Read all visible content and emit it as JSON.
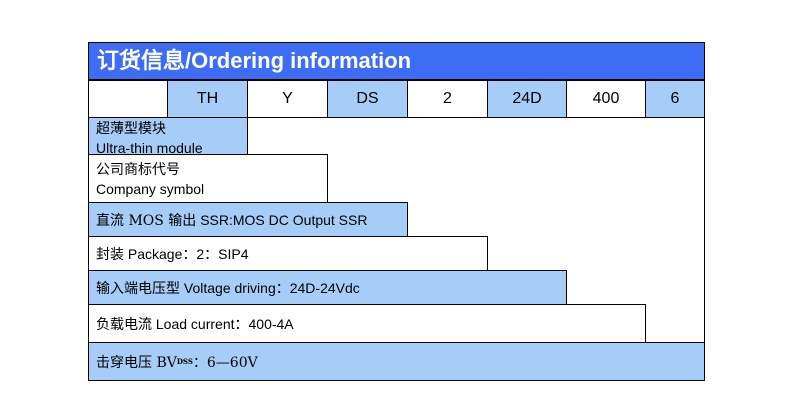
{
  "header": {
    "title": "订货信息/Ordering information"
  },
  "code_row": [
    "",
    "TH",
    "Y",
    "DS",
    "2",
    "24D",
    "400",
    "6"
  ],
  "rows": [
    {
      "cn": "超薄型模块",
      "en": "Ultra-thin module"
    },
    {
      "cn": "公司商标代号",
      "en": "Company symbol"
    },
    {
      "cn": "直流 MOS 输出",
      "en": "SSR:MOS DC Output SSR"
    },
    {
      "cn": "封装",
      "en": "Package：2：SIP4"
    },
    {
      "cn": "输入端电压型",
      "en": "Voltage driving：24D-24Vdc"
    },
    {
      "cn": "负载电流",
      "en": "Load current：400-4A"
    },
    {
      "cn": "击穿电压 BV",
      "sub": "DSS",
      "value": "：6—60V"
    }
  ],
  "colors": {
    "banner": "#3d6cf5",
    "light_blue": "#a6cdf7",
    "border": "#000000",
    "text_on_banner": "#ffffff"
  }
}
